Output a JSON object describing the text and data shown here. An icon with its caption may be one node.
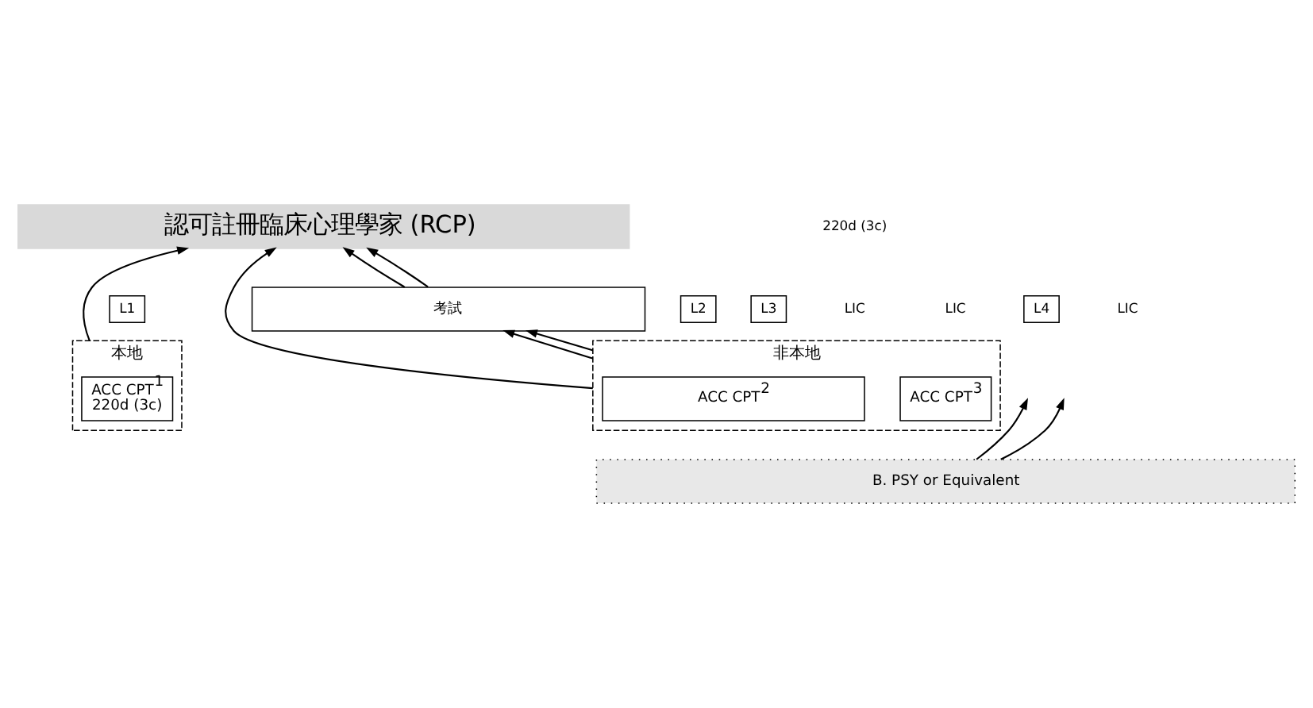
{
  "diagram": {
    "nodes": [
      {
        "text": [
          "認可註冊臨床心理學家 (RCP)"
        ]
      },
      {
        "text": [
          "考試"
        ]
      },
      {
        "text": [
          "L1"
        ]
      },
      {
        "text": [
          "L2"
        ]
      },
      {
        "text": [
          "L3"
        ]
      },
      {
        "text": [
          "L4"
        ]
      },
      {
        "text": [
          "本地"
        ]
      },
      {
        "text": [
          "ACC CPT$^{1}$",
          "220d (3c)"
        ],
        "in": 6
      },
      {
        "text": [
          "非本地"
        ]
      },
      {
        "text": [
          "ACC CPT$^{2}$"
        ],
        "in": 8
      },
      {
        "text": [
          "ACC CPT$^{3}$"
        ],
        "in": 8
      },
      {
        "text": [
          "B. PSY or Equivalent"
        ]
      }
    ],
    "edges": [
      {
        "from": 6,
        "to": 0,
        "arrow": "to"
      },
      {
        "from": 8,
        "to": 0,
        "arrow": "to"
      },
      {
        "from": 8,
        "to": 1,
        "arrow": "to"
      },
      {
        "from": 8,
        "to": 1,
        "arrow": "to"
      },
      {
        "from": 1,
        "to": 0,
        "arrow": "to"
      },
      {
        "from": 1,
        "to": 0,
        "arrow": "to"
      },
      {
        "from": 11,
        "to": null,
        "arrow": "to"
      },
      {
        "from": 11,
        "to": null,
        "arrow": "to"
      }
    ],
    "labels": [
      "220d (3c)",
      "LIC",
      "LIC",
      "LIC"
    ]
  }
}
